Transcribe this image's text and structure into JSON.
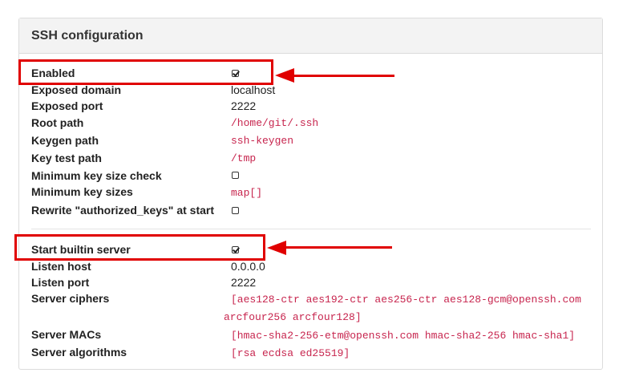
{
  "panel": {
    "title": "SSH configuration"
  },
  "rows_top": [
    {
      "label": "Enabled",
      "type": "checkbox",
      "checked": true
    },
    {
      "label": "Exposed domain",
      "type": "text",
      "value": "localhost"
    },
    {
      "label": "Exposed port",
      "type": "text",
      "value": "2222"
    },
    {
      "label": "Root path",
      "type": "code",
      "value": "/home/git/.ssh"
    },
    {
      "label": "Keygen path",
      "type": "code",
      "value": "ssh-keygen"
    },
    {
      "label": "Key test path",
      "type": "code",
      "value": "/tmp"
    },
    {
      "label": "Minimum key size check",
      "type": "checkbox",
      "checked": false
    },
    {
      "label": "Minimum key sizes",
      "type": "code",
      "value": "map[]"
    },
    {
      "label": "Rewrite \"authorized_keys\" at start",
      "type": "checkbox",
      "checked": false
    }
  ],
  "rows_bottom": [
    {
      "label": "Start builtin server",
      "type": "checkbox",
      "checked": true
    },
    {
      "label": "Listen host",
      "type": "text",
      "value": "0.0.0.0"
    },
    {
      "label": "Listen port",
      "type": "text",
      "value": "2222"
    },
    {
      "label": "Server ciphers",
      "type": "code",
      "value_line1": "[aes128-ctr aes192-ctr aes256-ctr aes128-gcm@openssh.com",
      "value_line2": "arcfour256 arcfour128]"
    },
    {
      "label": "Server MACs",
      "type": "code",
      "value": "[hmac-sha2-256-etm@openssh.com hmac-sha2-256 hmac-sha1]"
    },
    {
      "label": "Server algorithms",
      "type": "code",
      "value": "[rsa ecdsa ed25519]"
    }
  ],
  "annotations": {
    "highlight_color": "#e00000"
  }
}
